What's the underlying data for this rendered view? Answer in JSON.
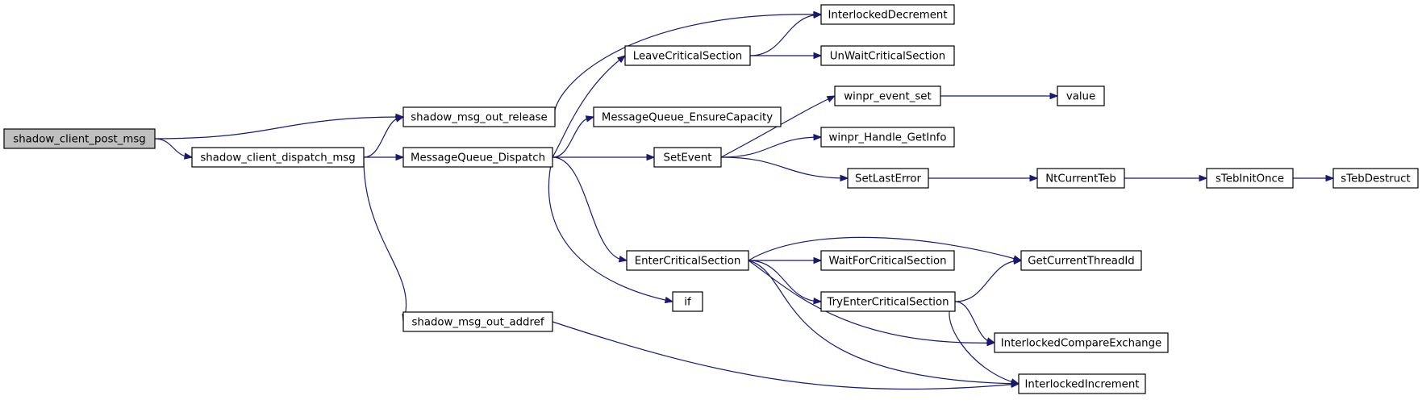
{
  "graph": {
    "nodes": {
      "shadow_client_post_msg": "shadow_client_post_msg",
      "shadow_msg_out_release": "shadow_msg_out_release",
      "shadow_client_dispatch_msg": "shadow_client_dispatch_msg",
      "MessageQueue_Dispatch": "MessageQueue_Dispatch",
      "shadow_msg_out_addref": "shadow_msg_out_addref",
      "InterlockedDecrement": "InterlockedDecrement",
      "LeaveCriticalSection": "LeaveCriticalSection",
      "UnWaitCriticalSection": "UnWaitCriticalSection",
      "MessageQueue_EnsureCapacity": "MessageQueue_EnsureCapacity",
      "winpr_event_set": "winpr_event_set",
      "value": "value",
      "winpr_Handle_GetInfo": "winpr_Handle_GetInfo",
      "SetEvent": "SetEvent",
      "SetLastError": "SetLastError",
      "NtCurrentTeb": "NtCurrentTeb",
      "sTebInitOnce": "sTebInitOnce",
      "sTebDestruct": "sTebDestruct",
      "EnterCriticalSection": "EnterCriticalSection",
      "WaitForCriticalSection": "WaitForCriticalSection",
      "GetCurrentThreadId": "GetCurrentThreadId",
      "TryEnterCriticalSection": "TryEnterCriticalSection",
      "if": "if",
      "InterlockedCompareExchange": "InterlockedCompareExchange",
      "InterlockedIncrement": "InterlockedIncrement"
    },
    "edges": [
      [
        "shadow_client_post_msg",
        "shadow_msg_out_release"
      ],
      [
        "shadow_client_post_msg",
        "shadow_client_dispatch_msg"
      ],
      [
        "shadow_client_dispatch_msg",
        "shadow_msg_out_release"
      ],
      [
        "shadow_client_dispatch_msg",
        "MessageQueue_Dispatch"
      ],
      [
        "shadow_client_dispatch_msg",
        "shadow_msg_out_addref"
      ],
      [
        "shadow_msg_out_release",
        "InterlockedDecrement"
      ],
      [
        "MessageQueue_Dispatch",
        "LeaveCriticalSection"
      ],
      [
        "MessageQueue_Dispatch",
        "MessageQueue_EnsureCapacity"
      ],
      [
        "MessageQueue_Dispatch",
        "SetEvent"
      ],
      [
        "MessageQueue_Dispatch",
        "EnterCriticalSection"
      ],
      [
        "MessageQueue_Dispatch",
        "if"
      ],
      [
        "shadow_msg_out_addref",
        "InterlockedIncrement"
      ],
      [
        "LeaveCriticalSection",
        "InterlockedDecrement"
      ],
      [
        "LeaveCriticalSection",
        "UnWaitCriticalSection"
      ],
      [
        "SetEvent",
        "winpr_event_set"
      ],
      [
        "SetEvent",
        "winpr_Handle_GetInfo"
      ],
      [
        "SetEvent",
        "SetLastError"
      ],
      [
        "winpr_event_set",
        "value"
      ],
      [
        "SetLastError",
        "NtCurrentTeb"
      ],
      [
        "NtCurrentTeb",
        "sTebInitOnce"
      ],
      [
        "sTebInitOnce",
        "sTebDestruct"
      ],
      [
        "EnterCriticalSection",
        "GetCurrentThreadId"
      ],
      [
        "EnterCriticalSection",
        "WaitForCriticalSection"
      ],
      [
        "EnterCriticalSection",
        "TryEnterCriticalSection"
      ],
      [
        "EnterCriticalSection",
        "InterlockedCompareExchange"
      ],
      [
        "EnterCriticalSection",
        "InterlockedIncrement"
      ],
      [
        "TryEnterCriticalSection",
        "GetCurrentThreadId"
      ],
      [
        "TryEnterCriticalSection",
        "InterlockedCompareExchange"
      ],
      [
        "TryEnterCriticalSection",
        "InterlockedIncrement"
      ]
    ],
    "colors": {
      "edge": "#191970",
      "node_border": "#000000",
      "node_fill": "#ffffff",
      "root_fill": "#bfbfbf",
      "background": "#ffffff"
    }
  }
}
